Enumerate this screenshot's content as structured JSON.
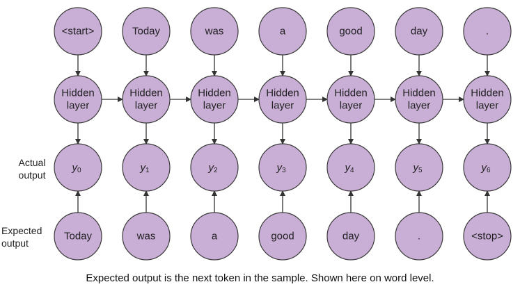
{
  "colors": {
    "node_fill": "#c9aed6",
    "node_stroke": "#3a3a3a",
    "arrow": "#333333"
  },
  "input_tokens": [
    "<start>",
    "Today",
    "was",
    "a",
    "good",
    "day",
    "."
  ],
  "hidden_layer_lines": [
    "Hidden",
    "layer"
  ],
  "actual_outputs": [
    {
      "base": "y",
      "sub": "0"
    },
    {
      "base": "y",
      "sub": "1"
    },
    {
      "base": "y",
      "sub": "2"
    },
    {
      "base": "y",
      "sub": "3"
    },
    {
      "base": "y",
      "sub": "4"
    },
    {
      "base": "y",
      "sub": "5"
    },
    {
      "base": "y",
      "sub": "6"
    }
  ],
  "expected_tokens": [
    "Today",
    "was",
    "a",
    "good",
    "day",
    ".",
    "<stop>"
  ],
  "labels": {
    "actual_output_lines": [
      "Actual",
      "output"
    ],
    "expected_output_lines": [
      "Expected",
      "output"
    ]
  },
  "caption": "Expected output is the next token in the sample. Shown here on word level."
}
